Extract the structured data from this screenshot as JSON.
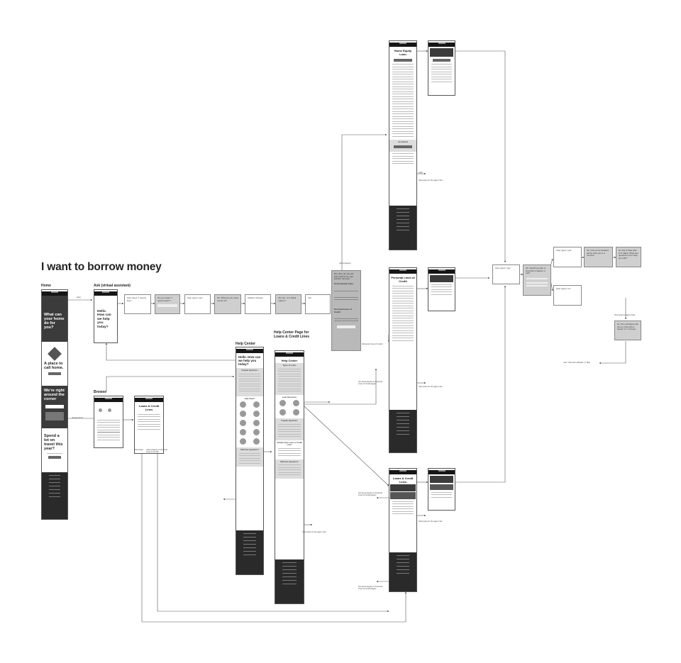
{
  "title": "I want to borrow money",
  "sections": {
    "home": "Home",
    "ask": "Ask (virtual assistant)",
    "browse": "Browse",
    "help_center": "Help Center",
    "help_center_loans": "Help Center Page for Loans & Credit Lines"
  },
  "home_phone": {
    "hero1": "What can your home do for you?",
    "hero2": "A place to call home.",
    "hero3": "We're right around the corner",
    "hero4": "Spend a lot on travel this year?"
  },
  "ask_phone": {
    "text": "Hello. How can we help you today?"
  },
  "ask_flow": [
    "User types \"I need a loan.\"",
    "Do you mean \"I need a loan\"?",
    "User types \"yes\"",
    "Ok. What do you need a loan for?",
    "(further choices)",
    "We can, U.S. Bank makes it",
    "Yes"
  ],
  "help_center_phone": {
    "hello": "Hello. How can we help you today?",
    "popular": "Popular Questions",
    "topics": "Help Topics",
    "still": "Still have questions?"
  },
  "help_loans_phone": {
    "head": "Help Center",
    "types": "Types of Loans",
    "loan_resources": "Loan Resources",
    "popular": "Popular Questions",
    "already": "Already have a loan or Credit Line?",
    "still": "Still have questions?"
  },
  "browse_phone": {
    "head": "Loans & Credit Lines"
  },
  "heloan_phone": {
    "head": "Home Equity Loan",
    "getstarted": "Get Started"
  },
  "pcl_phone": {
    "head": "Personal Lines of Credit"
  },
  "lcl_phone": {
    "head": "Loans & Credit Lines"
  },
  "hc_box": {
    "intro": "Ok. Here are the two loan options for your Kitchen remodel:",
    "home_equity": "Home Equity loans",
    "personal": "Personal Lines of Credit"
  },
  "labels": {
    "ask_link": "(ask)",
    "browse_link": "(browse from)",
    "overview": "(Overview)",
    "home_equity_personal": "(Home Equity or Personal Lines of Credit)",
    "call": "(call)",
    "start_setup": "Start setup for the agent chat",
    "start_setup2": "Start setup for the agent chat",
    "start_setup3": "Start setup for the agent chat",
    "start_setup4": "Start setup for the agent chat",
    "on_home_equity1": "(On Home Equity or Personal Lines of Credit pages)",
    "on_home_equity2": "(On Home Equity or Personal Lines of Credit pages)",
    "on_home_equity3": "(On Home Equity or Personal Lines of Credit pages)",
    "home_equity_top": "(Home Equity)",
    "personal_loc": "(Personal Lines of Credit)",
    "user_yes": "User types \"yes\"",
    "user_yes2": "User types \"yes\"",
    "user_no": "User types \"no\"",
    "would_speak": "Ok. Would you like to chat with a banker or call?",
    "closest": "Ok. One of our bankers will be with you in a moment",
    "welcome": "Hi, this is Kate with U.S. Bank. What can questions can I help you with?",
    "start_agent": "(Set setup for agent chat)",
    "estimated": "Hi, The estimated wait time to chat with a banker is 7 minutes.",
    "user_chat_banker": "User \"chat with a Banker\" in Map"
  }
}
